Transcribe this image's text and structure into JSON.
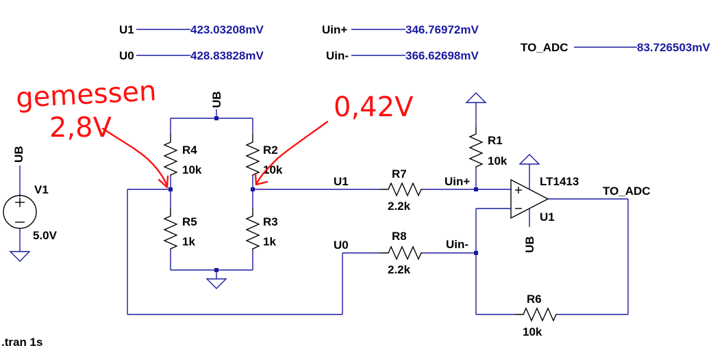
{
  "probes": [
    {
      "net": "U1",
      "value": "423.03208mV"
    },
    {
      "net": "U0",
      "value": "428.83828mV"
    },
    {
      "net": "Uin+",
      "value": "346.76972mV"
    },
    {
      "net": "Uin-",
      "value": "366.62698mV"
    },
    {
      "net": "TO_ADC",
      "value": "83.726503mV"
    }
  ],
  "components": {
    "v1": {
      "name": "V1",
      "value": "5.0V",
      "supply": "UB"
    },
    "r4": {
      "name": "R4",
      "value": "10k"
    },
    "r2": {
      "name": "R2",
      "value": "10k"
    },
    "r5": {
      "name": "R5",
      "value": "1k"
    },
    "r3": {
      "name": "R3",
      "value": "1k"
    },
    "r7": {
      "name": "R7",
      "value": "2.2k"
    },
    "r8": {
      "name": "R8",
      "value": "2.2k"
    },
    "r1": {
      "name": "R1",
      "value": "10k"
    },
    "r6": {
      "name": "R6",
      "value": "10k"
    },
    "u1": {
      "name": "U1",
      "model": "LT1413",
      "supply": "UB"
    }
  },
  "nets": {
    "bridge_supply": "UB",
    "u1": "U1",
    "u0": "U0",
    "uin_plus": "Uin+",
    "uin_minus": "Uin-",
    "out": "TO_ADC"
  },
  "directive": ".tran 1s",
  "annotations": {
    "left_line1": "gemessen",
    "left_line2": "2,8V",
    "right": "0,42V"
  },
  "colors": {
    "wire": "#1a1aa0",
    "probe_value": "#1a1aa0",
    "annotation": "#ff1010",
    "component": "#000000"
  }
}
